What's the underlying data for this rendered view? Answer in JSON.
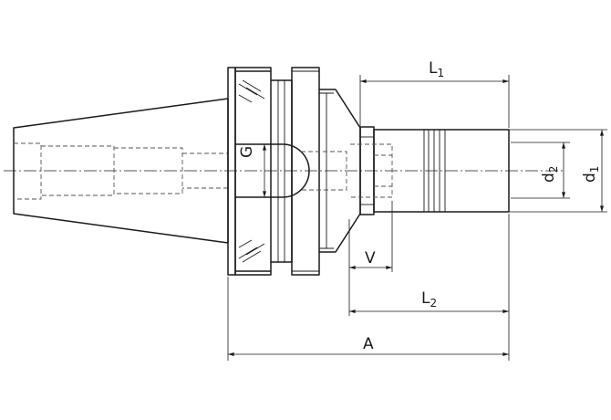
{
  "labels": {
    "L1": {
      "main": "L",
      "sub": "1"
    },
    "L2": {
      "main": "L",
      "sub": "2"
    },
    "d1": {
      "main": "d",
      "sub": "1"
    },
    "d2": {
      "main": "d",
      "sub": "2"
    },
    "G": "G",
    "V": "V",
    "A": "A"
  }
}
